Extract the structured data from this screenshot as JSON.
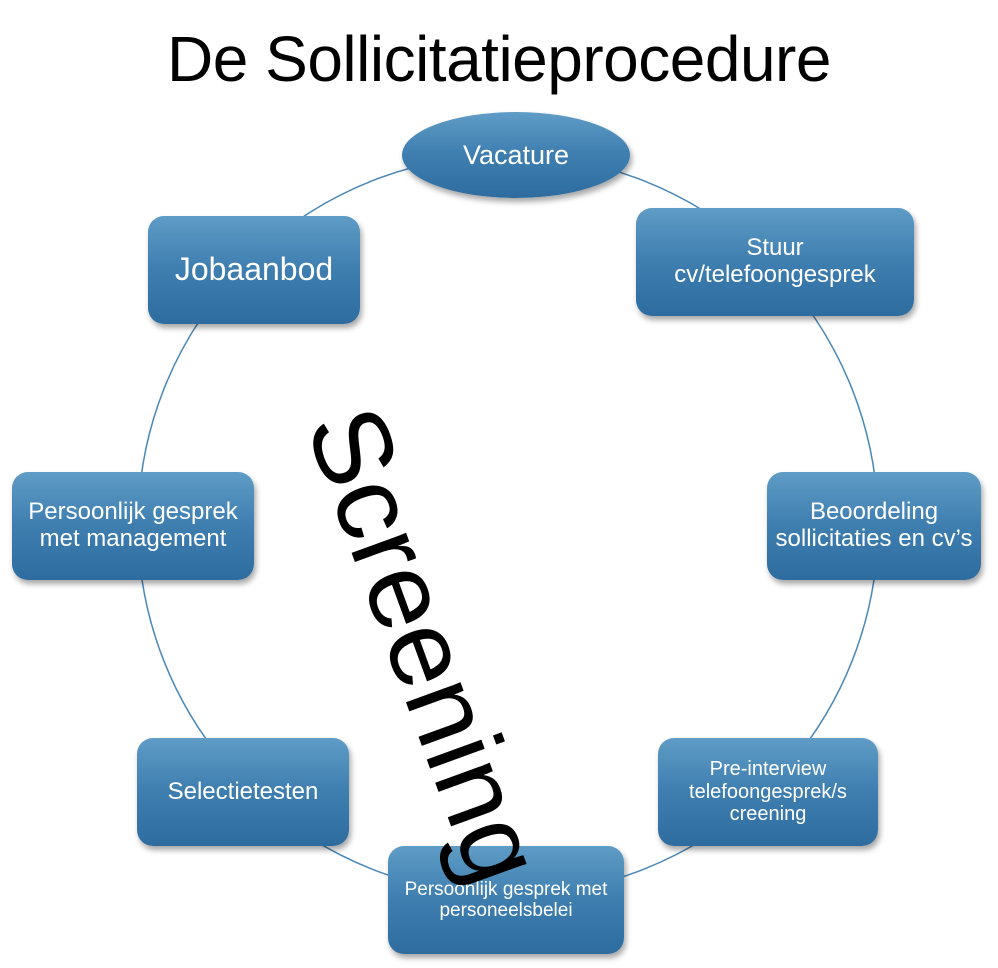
{
  "title": "De Sollicitatieprocedure",
  "screening_label": "Screening",
  "colors": {
    "node_fill": "#3f7fb0",
    "node_text": "#ffffff",
    "connector": "#4a88b8"
  },
  "nodes": {
    "vacature": "Vacature",
    "stuur_cv": "Stuur cv/telefoongesprek",
    "beoordeling": "Beoordeling sollicitaties en cv’s",
    "pre_interview": "Pre-interview telefoongesprek/s creening",
    "persoonlijk_personeel": "Persoonlijk gesprek met personeelsbelei",
    "selectietesten": "Selectietesten",
    "persoonlijk_management": "Persoonlijk gesprek met management",
    "jobaanbod": "Jobaanbod"
  }
}
